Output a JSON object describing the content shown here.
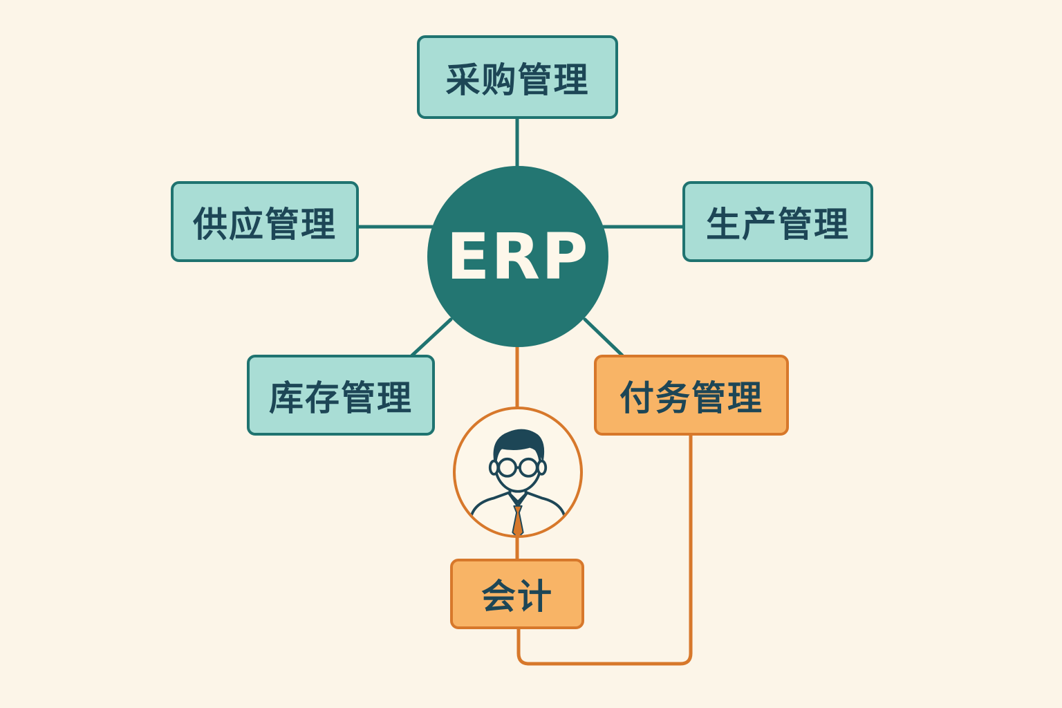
{
  "hub": {
    "label": "ERP"
  },
  "modules": {
    "purchasing": "采购管理",
    "supply": "供应管理",
    "production": "生产管理",
    "inventory": "库存管理",
    "finance": "付务管理"
  },
  "role": {
    "icon": "accountant-avatar-icon",
    "label": "会计"
  },
  "colors": {
    "background": "#fcf5e8",
    "teal_fill": "#a9ddd5",
    "teal_stroke": "#1f7370",
    "hub": "#237672",
    "orange_fill": "#f8b466",
    "orange_stroke": "#d7782b",
    "text": "#1d4656"
  }
}
